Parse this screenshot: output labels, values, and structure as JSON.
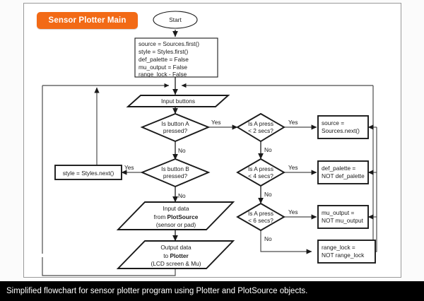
{
  "figure": {
    "title_badge": "Sensor Plotter Main",
    "caption": "Simplified flowchart for sensor plotter program using Plotter and PlotSource objects.",
    "accent_color": "#f26a16",
    "caption_bar_color": "#000000",
    "canvas_color": "#ffffff"
  },
  "flowchart": {
    "type": "flowchart",
    "nodes": {
      "start": {
        "shape": "terminator",
        "label": "Start"
      },
      "init": {
        "shape": "process",
        "lines": [
          "source = Sources.first()",
          "style = Styles.first()",
          "def_palette = False",
          "mu_output = False",
          "range_lock - False"
        ]
      },
      "input_buttons": {
        "shape": "io-parallelogram",
        "label": "Input buttons"
      },
      "is_button_a": {
        "shape": "decision",
        "line1": "Is button A",
        "line2": "pressed?"
      },
      "is_button_b": {
        "shape": "decision",
        "line1": "Is button B",
        "line2": "pressed?"
      },
      "style_next": {
        "shape": "process",
        "label": "style = Styles.next()"
      },
      "input_data": {
        "shape": "io-parallelogram",
        "line1": "Input data",
        "line2_pre": "from ",
        "line2_bold": "PlotSource",
        "line3": "(sensor or pad)"
      },
      "output_data": {
        "shape": "io-parallelogram",
        "line1": "Output data",
        "line2_pre": "to ",
        "line2_bold": "Plotter",
        "line3": "(LCD screen & Mu)"
      },
      "is_a_2": {
        "shape": "decision",
        "line1": "Is A press",
        "line2": "< 2 secs?"
      },
      "is_a_4": {
        "shape": "decision",
        "line1": "Is A press",
        "line2": "< 4 secs?"
      },
      "is_a_6": {
        "shape": "decision",
        "line1": "Is A press",
        "line2": "< 6 secs?"
      },
      "source_next": {
        "shape": "process",
        "line1": "source =",
        "line2": "Sources.next()"
      },
      "def_palette_toggle": {
        "shape": "process",
        "line1": "def_palette =",
        "line2": "NOT def_palette"
      },
      "mu_output_toggle": {
        "shape": "process",
        "line1": "mu_output =",
        "line2": "NOT mu_output"
      },
      "range_lock_toggle": {
        "shape": "process",
        "line1": "range_lock =",
        "line2": "NOT range_lock"
      }
    },
    "edge_labels": {
      "a_yes": "Yes",
      "a_no": "No",
      "b_yes": "Yes",
      "b_no": "No",
      "a2_yes": "Yes",
      "a2_no": "No",
      "a4_yes": "Yes",
      "a4_no": "No",
      "a6_yes": "Yes",
      "a6_no": "No"
    }
  }
}
